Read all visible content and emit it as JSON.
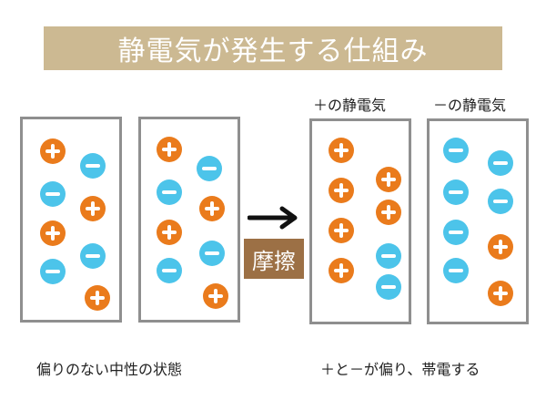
{
  "title": "静電気が発生する仕組み",
  "friction_label": "摩擦",
  "labels": {
    "plus_static": "＋の静電気",
    "minus_static": "－の静電気",
    "neutral_caption": "偏りのない中性の状態",
    "charged_caption": "＋と－が偏り、帯電する"
  },
  "colors": {
    "title_band": "#ccb992",
    "friction_box": "#9c7045",
    "plus_charge": "#ea7b1c",
    "minus_charge": "#4cc4ea",
    "box_border": "#8f8f8f"
  },
  "panels": [
    {
      "name": "neutral-panel-1",
      "charges": [
        "plus",
        "minus",
        "minus",
        "plus",
        "plus",
        "minus",
        "minus",
        "plus"
      ]
    },
    {
      "name": "neutral-panel-2",
      "charges": [
        "plus",
        "minus",
        "minus",
        "plus",
        "plus",
        "minus",
        "minus",
        "plus"
      ]
    },
    {
      "name": "positive-panel",
      "charges": [
        "plus",
        "plus",
        "plus",
        "plus",
        "plus",
        "plus",
        "minus",
        "minus"
      ]
    },
    {
      "name": "negative-panel",
      "charges": [
        "minus",
        "minus",
        "minus",
        "minus",
        "minus",
        "plus",
        "minus",
        "plus"
      ]
    }
  ]
}
